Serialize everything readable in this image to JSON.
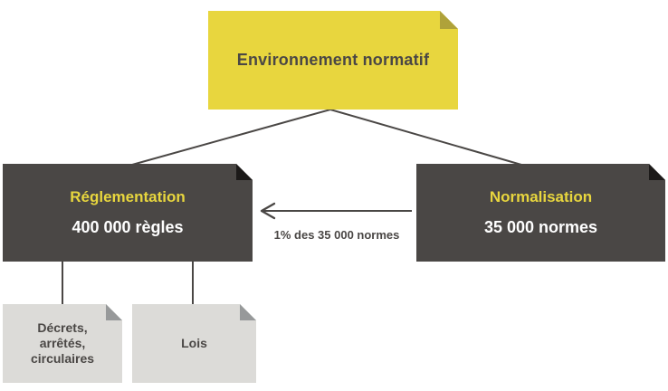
{
  "root": {
    "label": "Environnement normatif"
  },
  "nodes": [
    {
      "id": "reglementation",
      "title": "Réglementation",
      "value": "400 000 règles"
    },
    {
      "id": "normalisation",
      "title": "Normalisation",
      "value": "35 000 normes"
    }
  ],
  "arrow": {
    "label": "1% des 35 000 normes",
    "direction": "left"
  },
  "leaves": [
    {
      "label": "Décrets,\narrêtés,\ncirculaires"
    },
    {
      "label": "Lois"
    }
  ],
  "colors": {
    "yellow": "#e8d63e",
    "yellowFold": "#afa23a",
    "dark": "#4a4745",
    "darkFold": "#1c1a19",
    "gray": "#dcdbd8",
    "grayFold": "#97999a",
    "ink": "#4a4745",
    "white": "#ffffff"
  }
}
